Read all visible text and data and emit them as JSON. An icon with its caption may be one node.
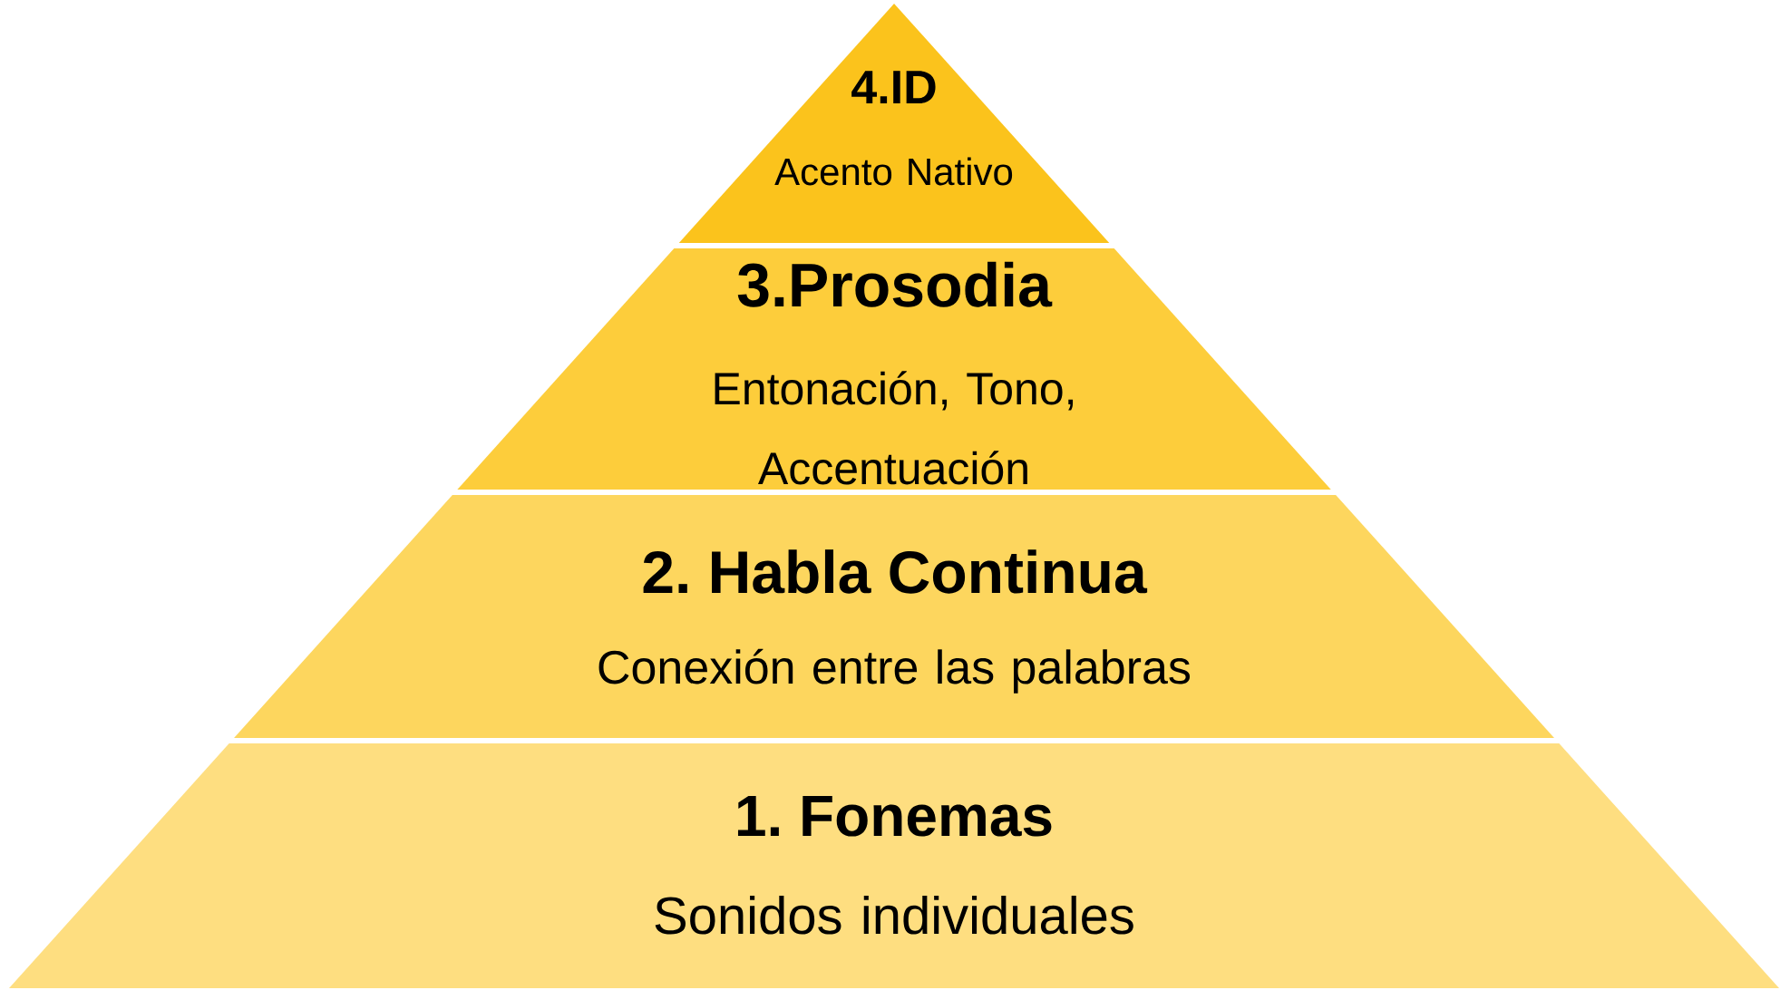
{
  "diagram": {
    "nodes": [
      {
        "text": [
          "4.ID",
          "Acento Nativo"
        ]
      },
      {
        "text": [
          "3.Prosodia",
          "Entonación, Tono, Accentuación"
        ]
      },
      {
        "text": [
          "2. Habla Continua",
          "Conexión entre las palabras"
        ]
      },
      {
        "text": [
          "1. Fonemas",
          "Sonidos individuales"
        ]
      }
    ]
  }
}
